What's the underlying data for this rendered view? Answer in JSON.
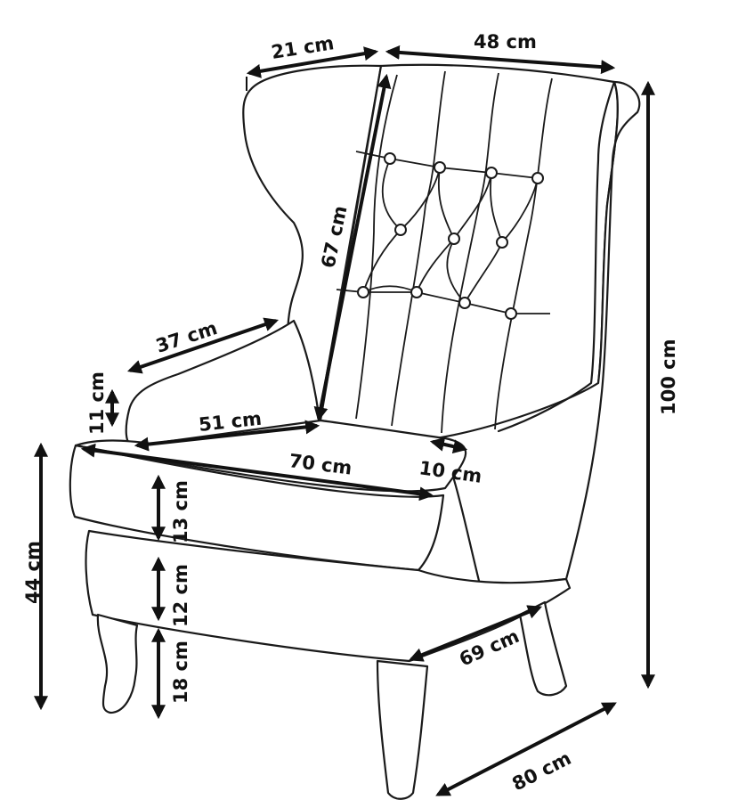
{
  "diagram": {
    "dimensions": {
      "wing_depth": "21 cm",
      "back_width": "48 cm",
      "back_height": "67 cm",
      "total_height": "100 cm",
      "armrest_length": "37 cm",
      "armrest_height": "11 cm",
      "seat_depth": "51 cm",
      "seat_width": "70 cm",
      "arm_width": "10 cm",
      "cushion_height": "13 cm",
      "seat_height": "44 cm",
      "frame_height": "12 cm",
      "leg_height": "18 cm",
      "chair_width": "69 cm",
      "chair_depth": "80 cm"
    }
  }
}
